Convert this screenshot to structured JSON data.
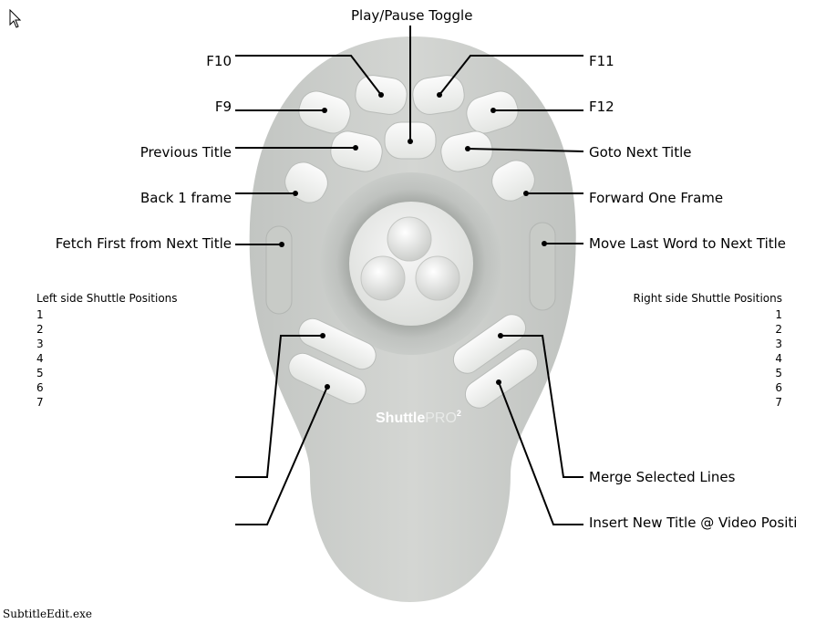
{
  "labels": {
    "play_pause": "Play/Pause Toggle",
    "f10": "F10",
    "f9": "F9",
    "previous_title": "Previous Title",
    "back_frame": "Back 1 frame",
    "fetch_first": "Fetch First from Next Title",
    "f11": "F11",
    "f12": "F12",
    "goto_next": "Goto Next Title",
    "forward_frame": "Forward One Frame",
    "move_last_word": "Move Last Word to Next Title",
    "merge_lines": "Merge Selected Lines",
    "insert_title": "Insert New Title @ Video Positi"
  },
  "shuttle": {
    "left_heading": "Left side Shuttle Positions",
    "right_heading": "Right side Shuttle Positions",
    "positions": [
      "1",
      "2",
      "3",
      "4",
      "5",
      "6",
      "7"
    ]
  },
  "brand": {
    "name": "Shuttle",
    "suffix": "PRO",
    "superscript": "2"
  },
  "footer": "SubtitleEdit.exe",
  "icons": {
    "cursor": "mouse-pointer-icon"
  }
}
